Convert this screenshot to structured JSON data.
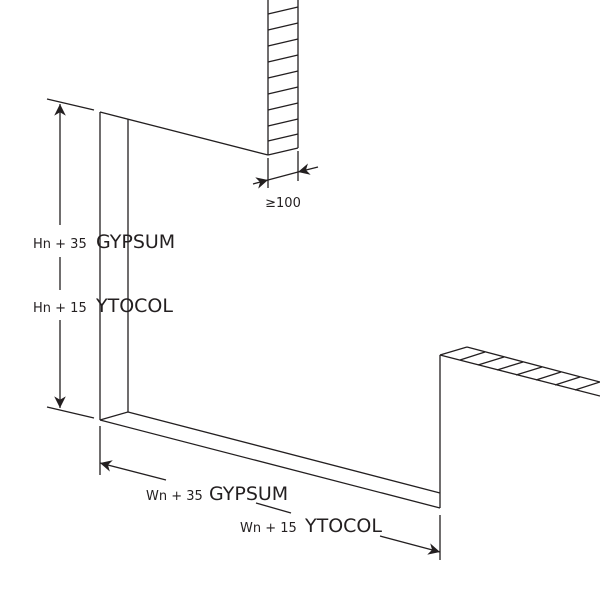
{
  "wall_thickness_label": "≥100",
  "height_labels": [
    {
      "formula": "Hn + 35",
      "material": "GYPSUM"
    },
    {
      "formula": "Hn + 15",
      "material": "YTOCOL"
    }
  ],
  "width_labels": [
    {
      "formula": "Wn + 35",
      "material": "GYPSUM"
    },
    {
      "formula": "Wn + 15",
      "material": "YTOCOL"
    }
  ]
}
